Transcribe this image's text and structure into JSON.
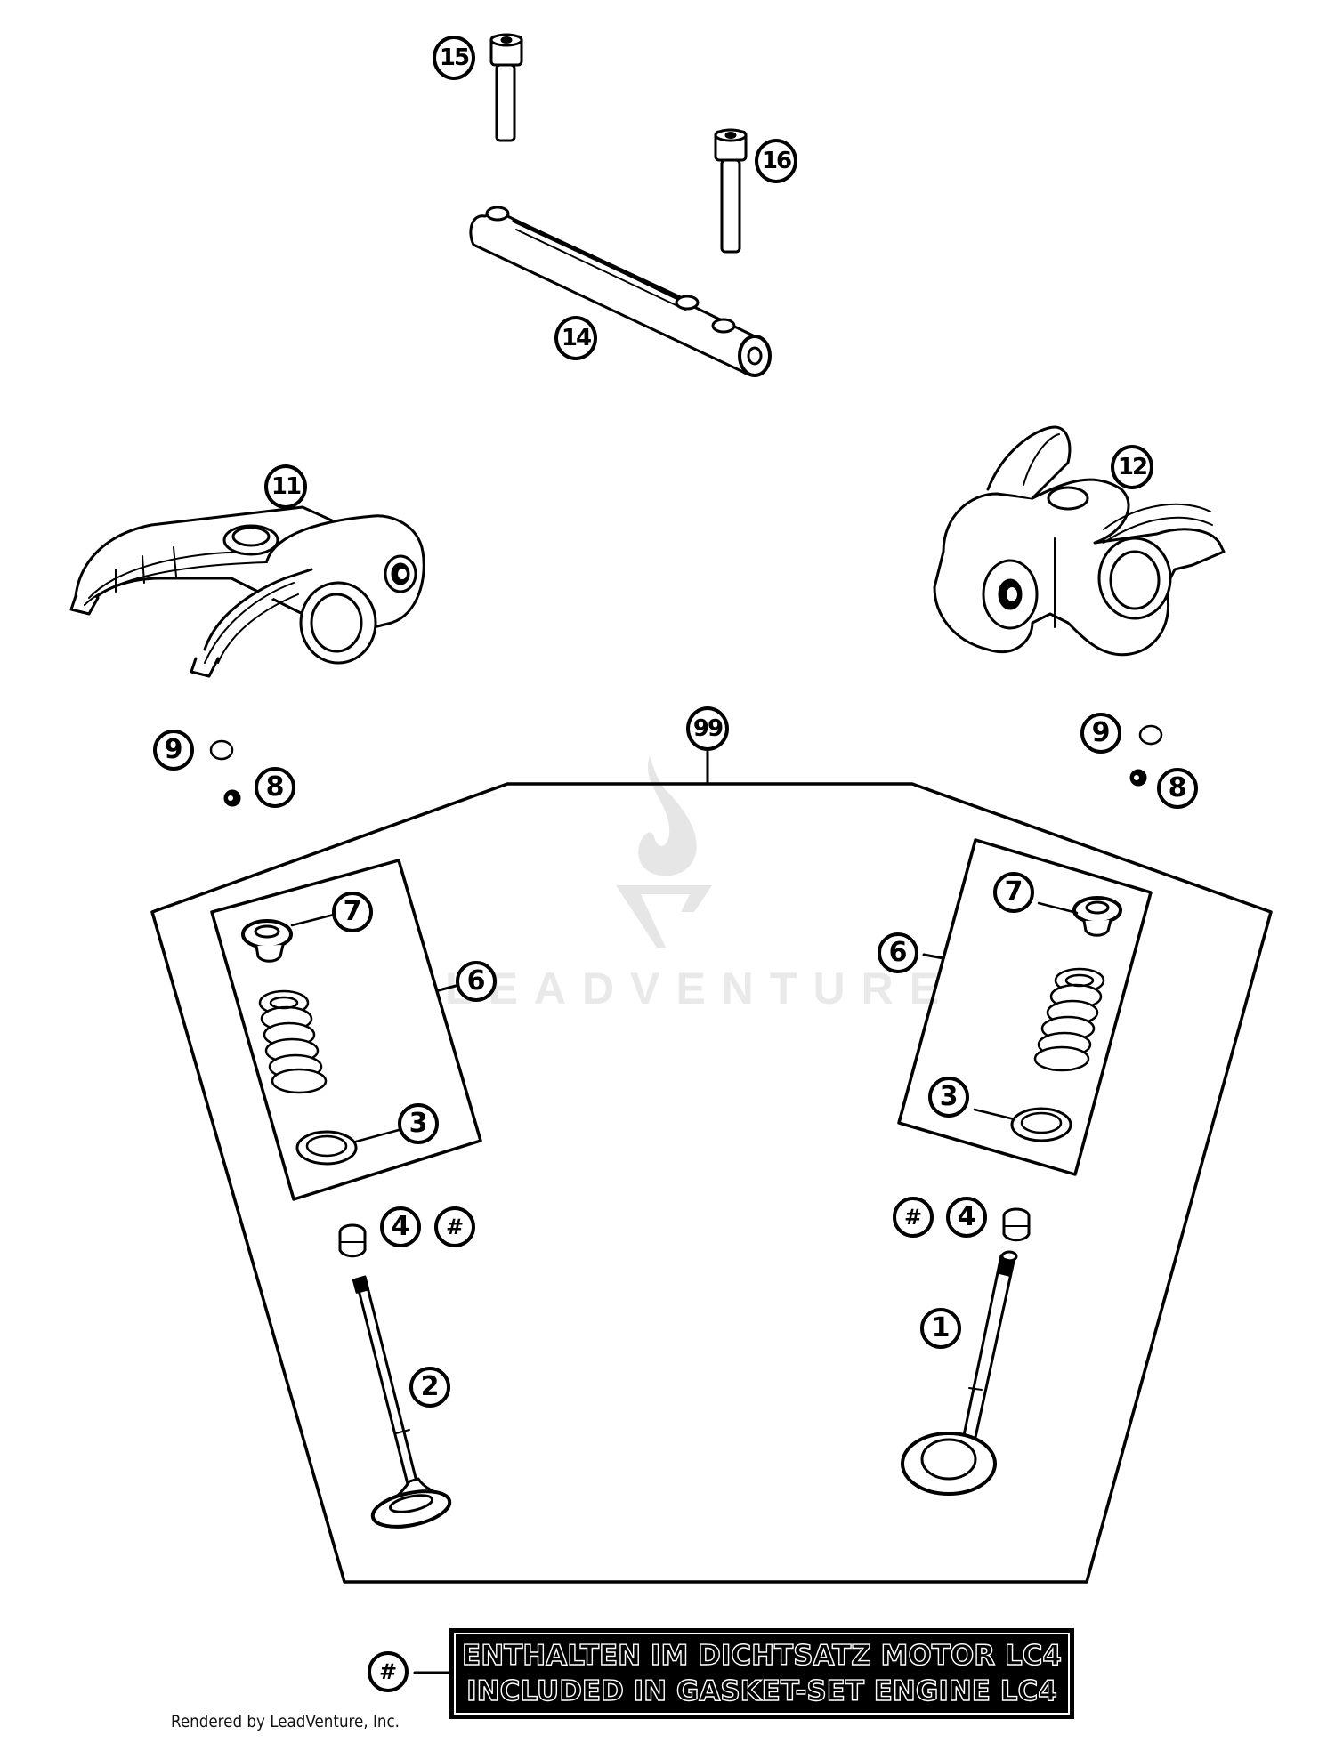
{
  "diagram": {
    "title": "Exploded parts diagram - rocker arms and valves",
    "watermark": {
      "text": "LEADVENTURE",
      "color": "#e9e9e9"
    },
    "callouts": [
      {
        "id": "c15",
        "label": "15",
        "part": "socket-head-screw-left"
      },
      {
        "id": "c16",
        "label": "16",
        "part": "socket-head-screw-right"
      },
      {
        "id": "c14",
        "label": "14",
        "part": "rocker-arm-shaft"
      },
      {
        "id": "c11",
        "label": "11",
        "part": "rocker-arm-left"
      },
      {
        "id": "c12",
        "label": "12",
        "part": "rocker-arm-right"
      },
      {
        "id": "c99",
        "label": "99",
        "part": "valve-group-assembly"
      },
      {
        "id": "c9l",
        "label": "9",
        "part": "valve-cap-left"
      },
      {
        "id": "c8l",
        "label": "8",
        "part": "valve-cotter-left"
      },
      {
        "id": "c9r",
        "label": "9",
        "part": "valve-cap-right"
      },
      {
        "id": "c8r",
        "label": "8",
        "part": "valve-cotter-right"
      },
      {
        "id": "c7l",
        "label": "7",
        "part": "spring-retainer-left"
      },
      {
        "id": "c6l",
        "label": "6",
        "part": "valve-spring-kit-left"
      },
      {
        "id": "c3l",
        "label": "3",
        "part": "spring-seat-left"
      },
      {
        "id": "c4l",
        "label": "4",
        "part": "valve-stem-seal-left"
      },
      {
        "id": "chl",
        "label": "#",
        "part": "gasket-set-marker-left"
      },
      {
        "id": "c2",
        "label": "2",
        "part": "exhaust-valve"
      },
      {
        "id": "c7r",
        "label": "7",
        "part": "spring-retainer-right"
      },
      {
        "id": "c6r",
        "label": "6",
        "part": "valve-spring-kit-right"
      },
      {
        "id": "c3r",
        "label": "3",
        "part": "spring-seat-right"
      },
      {
        "id": "chr",
        "label": "#",
        "part": "gasket-set-marker-right"
      },
      {
        "id": "c4r",
        "label": "4",
        "part": "valve-stem-seal-right"
      },
      {
        "id": "c1",
        "label": "1",
        "part": "intake-valve"
      }
    ]
  },
  "legend": {
    "marker": "#",
    "line1": "ENTHALTEN IM DICHTSATZ MOTOR LC4",
    "line2": "INCLUDED IN GASKET-SET ENGINE LC4"
  },
  "footer": {
    "credit": "Rendered by LeadVenture, Inc."
  }
}
